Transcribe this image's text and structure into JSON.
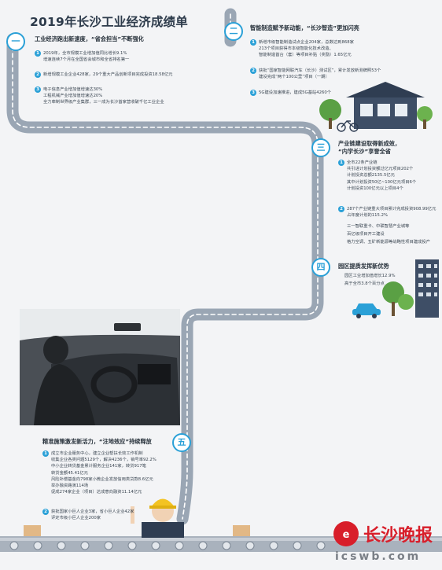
{
  "title": "2019年长沙工业经济成绩单",
  "sections": [
    {
      "badge": "一",
      "heading": "工业经济跑出新速度，“省会担当”不断强化",
      "items": [
        {
          "n": "1",
          "lines": [
            "2019年，全市规模工业增加值同比增长9.1%",
            "增速连续7个月在全国省会城市和全省排名第一"
          ]
        },
        {
          "n": "2",
          "lines": [
            "新增规模工业企业428家，29个重大产品创新项目完成投资18.58亿元"
          ]
        },
        {
          "n": "3",
          "lines": [
            "电子信息产业增加值增速达30%",
            "工程机械产业增加值增速达20%",
            "全力牵制世界级产业集群，三一成为长沙首家营收破千亿工业企业"
          ]
        }
      ]
    },
    {
      "badge": "二",
      "heading": "智能制造赋予新动能，“长沙智造”更加闪亮",
      "items": [
        {
          "n": "1",
          "lines": [
            "新增市级智能制造试点企业204家，总数达到868家",
            "213个项目获得市本级智能化技术改造、",
            "智能制造首台（套）等项目补贴（奖励）1.65亿元"
          ]
        },
        {
          "n": "2",
          "lines": [
            "获批“国家智能网联汽车（长沙）测试区”，累计发放新测牌照53个",
            "建设完成“两个100公里”项目（一期）"
          ]
        },
        {
          "n": "3",
          "lines": [
            "5G建设加速推进，建成5G基站4260个"
          ]
        }
      ]
    },
    {
      "badge": "三",
      "heading_lines": [
        "产业链建设取得新成效，",
        "“内学长沙”享誉全省"
      ],
      "items": [
        {
          "n": "1",
          "lines": [
            "全市22条产业链",
            "共引进计划投资额过亿元项目202个",
            "计划投资总额2135.5亿元",
            "其中计划投资50亿~100亿元项目6个",
            "计划投资100亿元以上项目4个"
          ]
        },
        {
          "n": "2",
          "lines": [
            "287个产业链重大项目累计完成投资908.99亿元",
            "占年度计划的115.2%"
          ]
        }
      ],
      "extra_lines": [
        "三一智联重卡、中联智慧产业城等",
        "百亿级项目开工建设",
        "格力空调、五矿新能源等战略性项目建成投产"
      ]
    },
    {
      "badge": "四",
      "heading": "园区提质发挥新优势",
      "lines": [
        "园区工业增加值增长12.9%",
        "高于全市3.8个百分点"
      ]
    },
    {
      "badge": "五",
      "heading": "精准施策激发新活力，“注地效应”持续释放",
      "items": [
        {
          "n": "1",
          "lines": [
            "成立市企业服务中心，建立企业帮扶长效工作机制",
            "收集企业各类问题5129个，解决4236个，销号率92.2%",
            "中小企业转贷基金累计服务企业141家，转贷917笔",
            "转贷金额45.41亿元",
            "风险补偿基金向798家小微企业发放信用类贷款8.6亿元",
            "举办融资路演114场",
            "促成274家企业（项目）达成意向融资11.14亿元"
          ]
        },
        {
          "n": "2",
          "lines": [
            "获批国家小巨人企业3家，省小巨人企业42家",
            "评定市级小巨人企业200家"
          ]
        }
      ]
    }
  ],
  "logo": {
    "text": "长沙晚报",
    "url": "icswb.com"
  },
  "colors": {
    "accent": "#2aa0d7",
    "road": "#9aa6b4",
    "road_stripe": "#ffffff",
    "building": "#3e4e66",
    "tree": "#5aa044"
  },
  "icons": [
    "house-icon",
    "bicycle-icon",
    "tree-icon",
    "building-icon",
    "car-icon",
    "worker-icon",
    "conveyor-icon",
    "car-interior-photo"
  ]
}
